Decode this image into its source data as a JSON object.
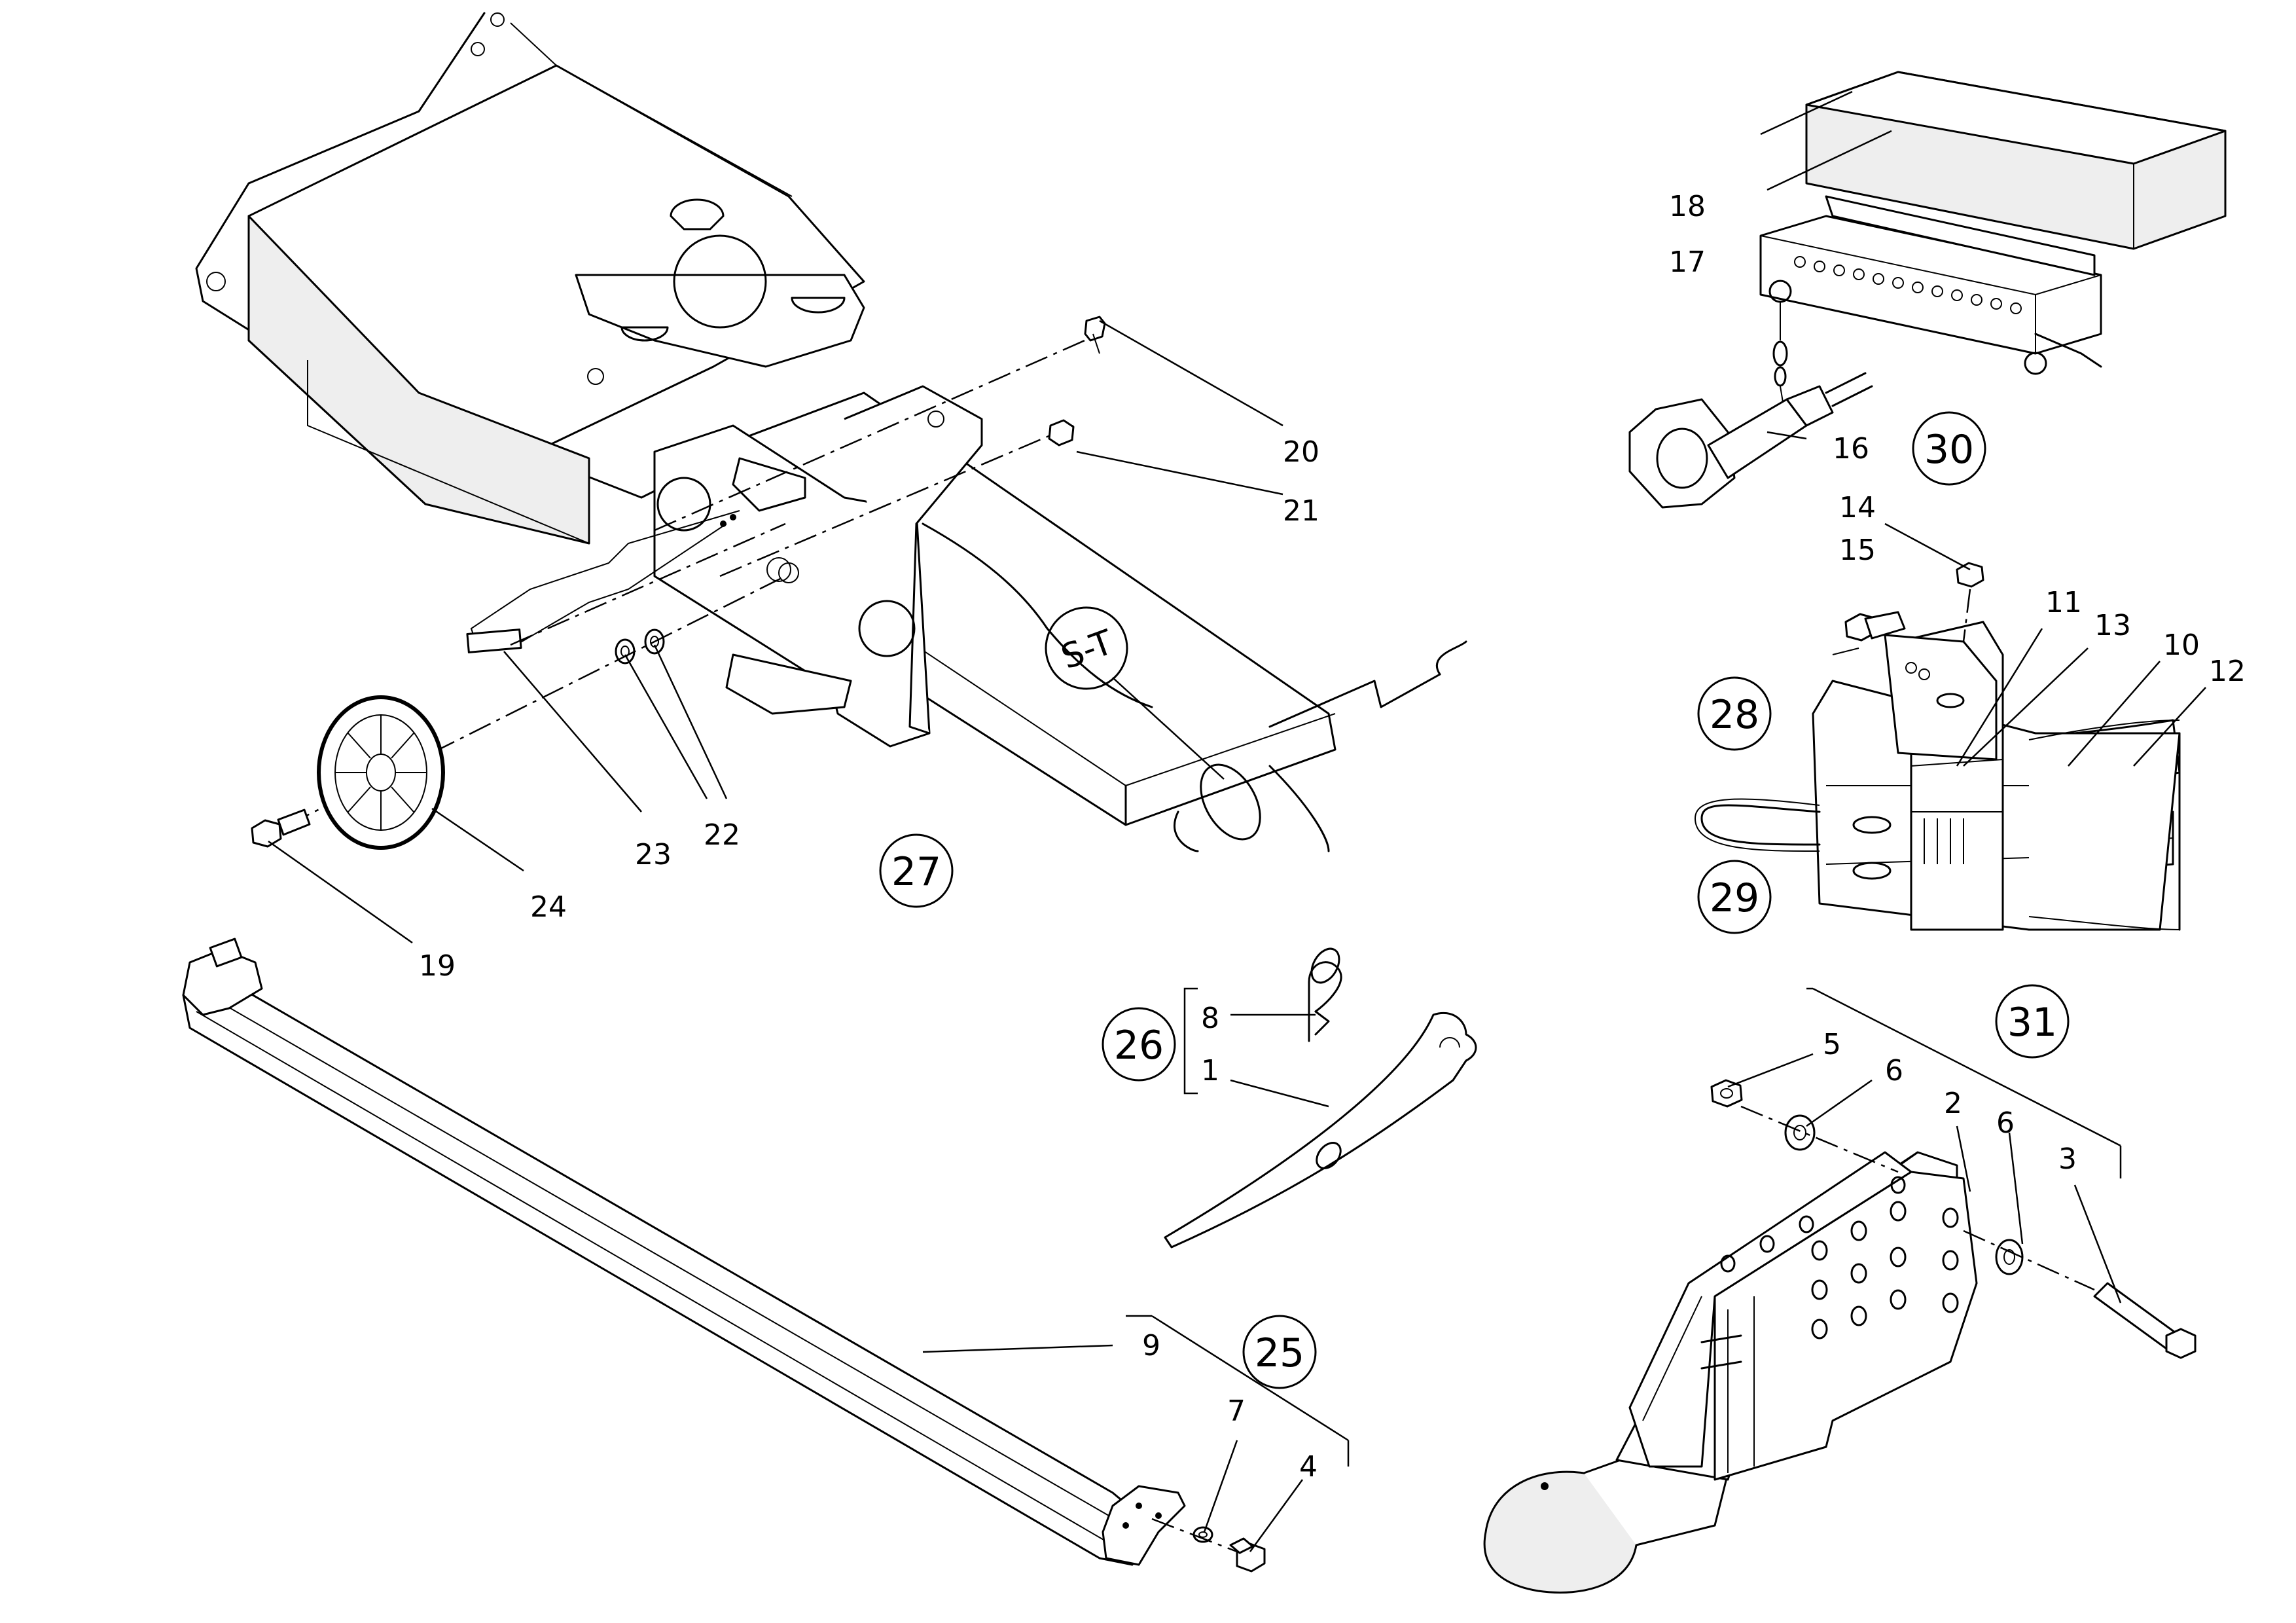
{
  "callouts": {
    "n1": "1",
    "n2": "2",
    "n3": "3",
    "n4": "4",
    "n5": "5",
    "n6a": "6",
    "n6b": "6",
    "n7": "7",
    "n8": "8",
    "n9": "9",
    "n10": "10",
    "n11": "11",
    "n12": "12",
    "n13": "13",
    "n14": "14",
    "n15": "15",
    "n16": "16",
    "n17": "17",
    "n18": "18",
    "n19": "19",
    "n20": "20",
    "n21": "21",
    "n22": "22",
    "n23": "23",
    "n24": "24"
  },
  "assemblies": {
    "a25": "25",
    "a26": "26",
    "a27": "27",
    "a28": "28",
    "a29": "29",
    "a30": "30",
    "a31": "31"
  },
  "section_marker": "S-T"
}
